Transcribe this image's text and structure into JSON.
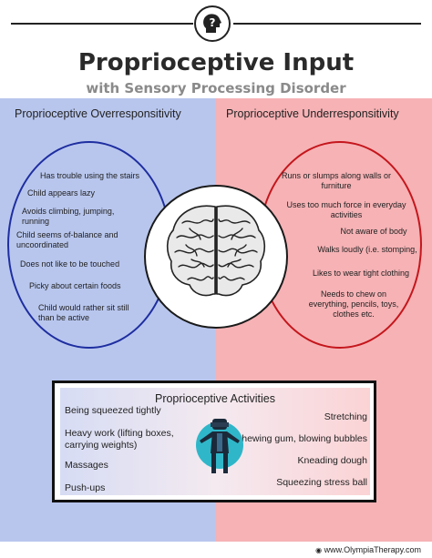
{
  "header": {
    "title": "Proprioceptive Input",
    "subtitle": "with Sensory Processing Disorder",
    "icon": "head-question-icon"
  },
  "columns": {
    "left_title": "Proprioceptive Overresponsitivity",
    "right_title": "Proprioceptive Underresponsitivity"
  },
  "over_items": [
    "Has trouble using the stairs",
    "Child appears lazy",
    "Avoids climbing, jumping, running",
    "Child seems of-balance and uncoordinated",
    "Does not like to be touched",
    "Picky about certain foods",
    "Child would rather sit still than be active"
  ],
  "under_items": [
    "Runs or slumps along walls or furniture",
    "Uses too much force in everyday activities",
    "Not aware of body",
    "Walks loudly (i.e. stomping,",
    "Likes to wear tight clothing",
    "Needs to chew on everything, pencils, toys, clothes etc."
  ],
  "activities": {
    "title": "Proprioceptive Activities",
    "left": [
      "Being squeezed tightly",
      "Heavy work (lifting boxes, carrying weights)",
      "Massages",
      "Push-ups"
    ],
    "right": [
      "Stretching",
      "Chewing gum, blowing bubbles",
      "Kneading dough",
      "Squeezing stress ball"
    ]
  },
  "footer": {
    "url": "www.OlympiaTherapy.com"
  },
  "colors": {
    "left_bg": "#b8c6ee",
    "right_bg": "#f6b2b5",
    "left_ellipse": "#1e2ea0",
    "right_ellipse": "#c4161c",
    "figure_circle": "#2fb7c9"
  }
}
